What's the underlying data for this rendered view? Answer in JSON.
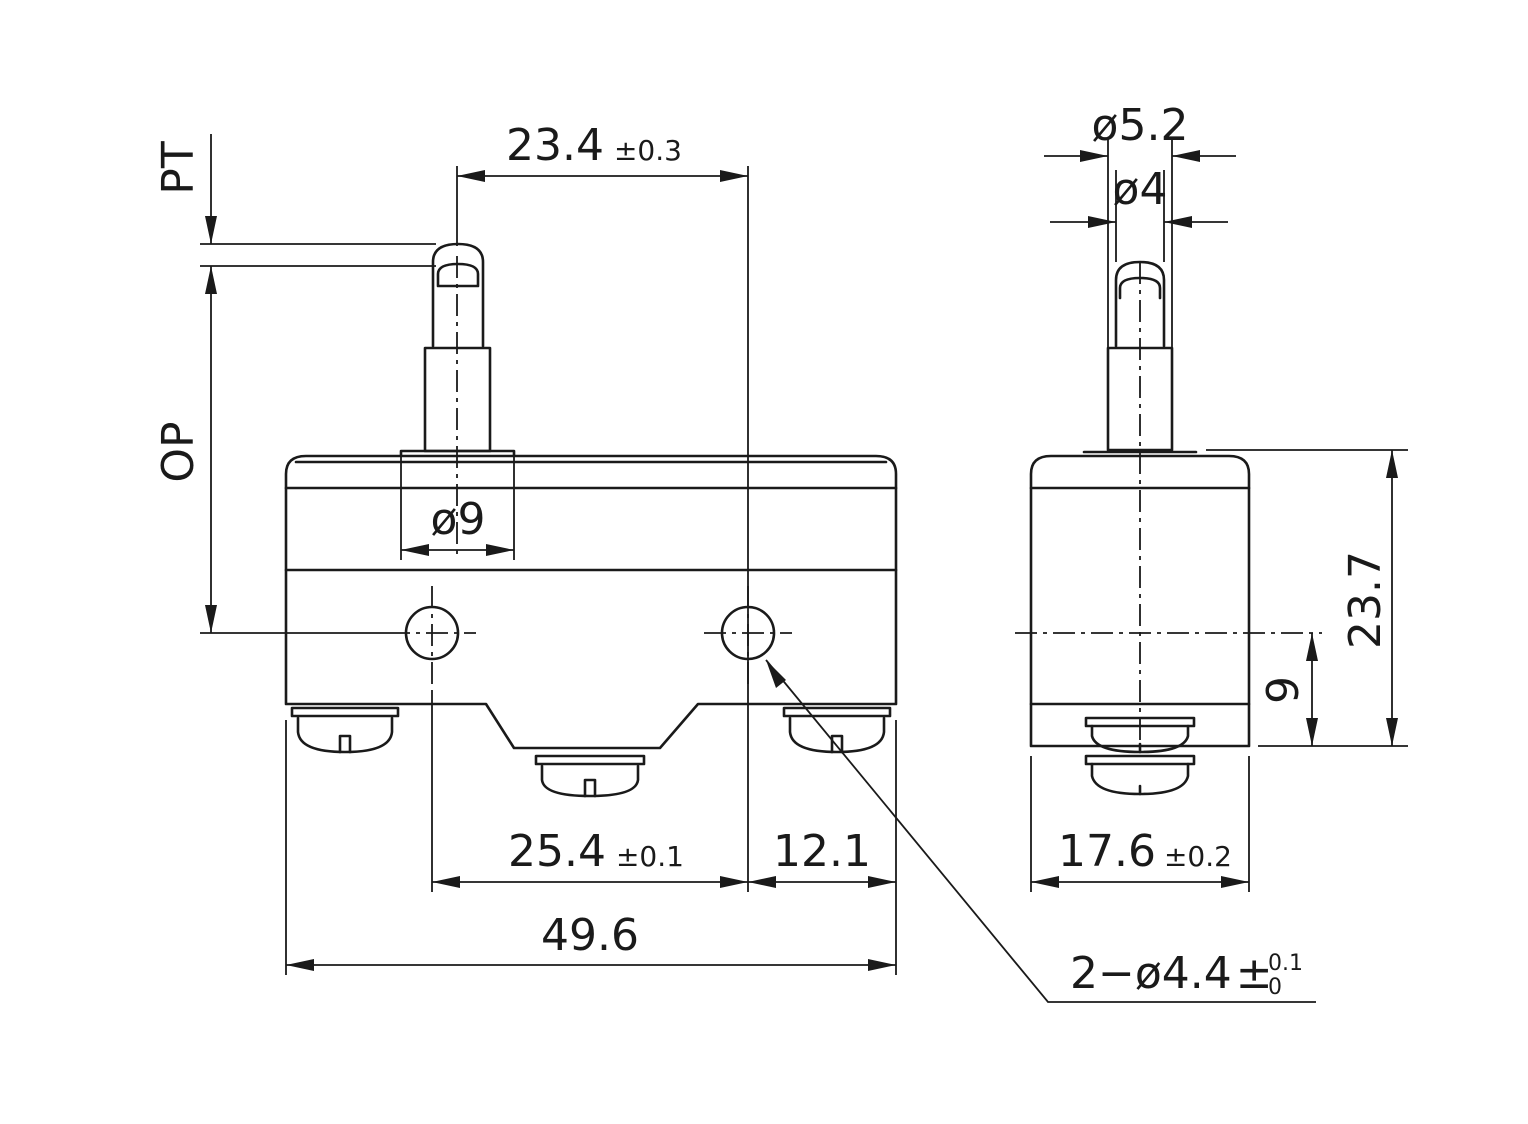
{
  "labels": {
    "pt": "PT",
    "op": "OP",
    "plunger_spacing_value": "23.4",
    "plunger_spacing_tol": "±0.3",
    "boot_diameter": "ø9",
    "tip_outer_diameter": "ø5.2",
    "tip_inner_diameter": "ø4",
    "height_total": "23.7",
    "height_hole": "9",
    "hole_spacing_value": "25.4",
    "hole_spacing_tol": "±0.1",
    "edge_offset": "12.1",
    "length_total": "49.6",
    "depth_value": "17.6",
    "depth_tol": "±0.2",
    "holes_prefix": "2−ø4.4",
    "holes_pm": "±",
    "holes_tol_upper": "0.1",
    "holes_tol_lower": "0"
  }
}
